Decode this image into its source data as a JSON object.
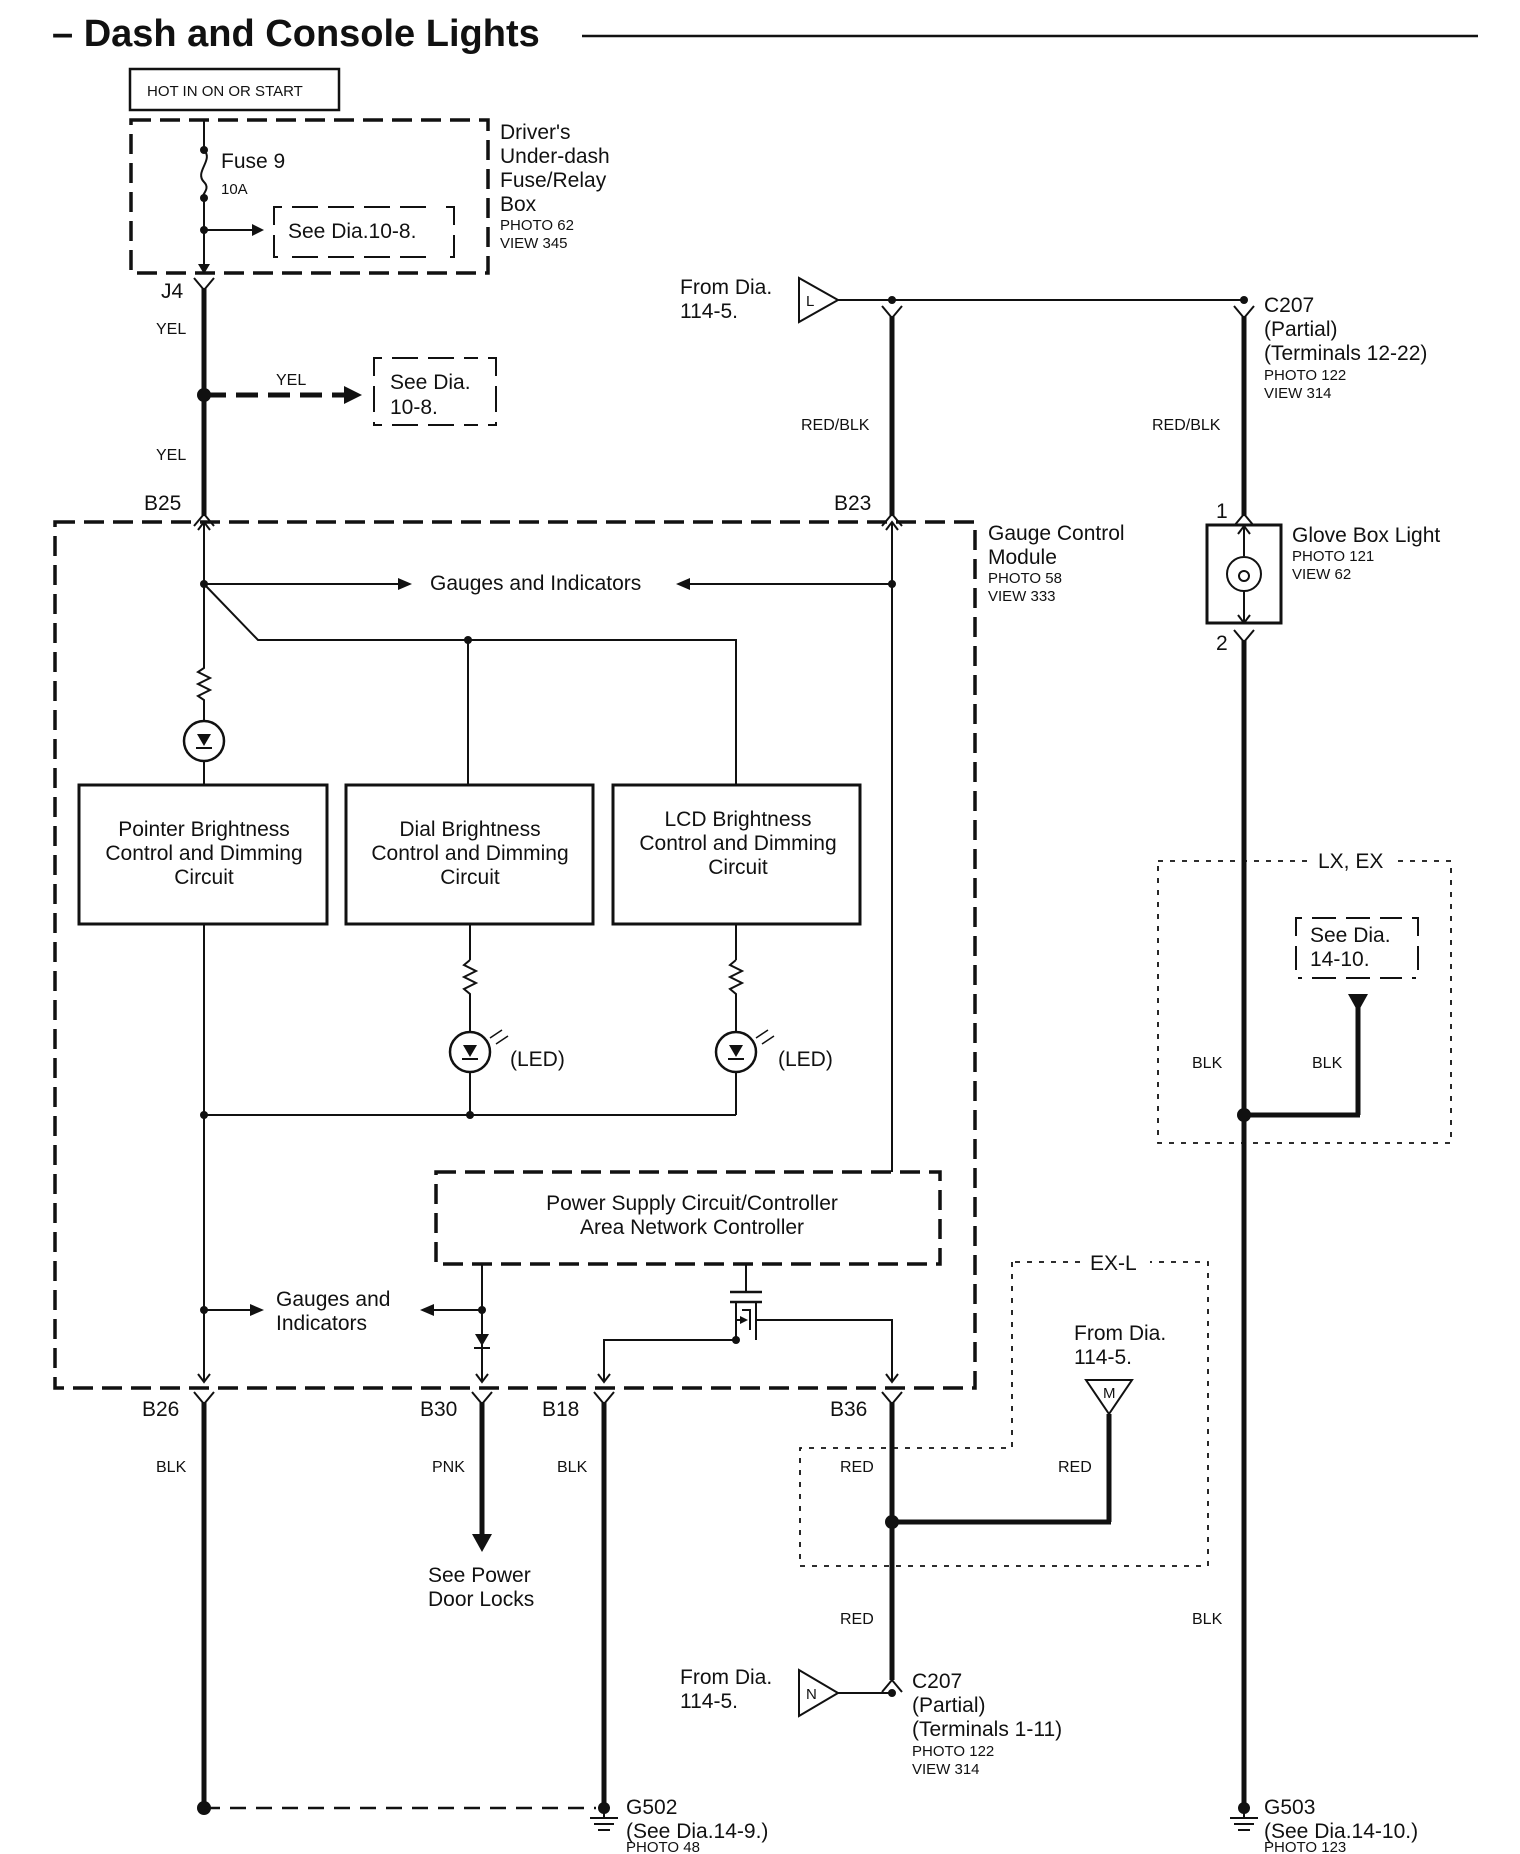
{
  "title": "– Dash and Console Lights",
  "power": {
    "hot": "HOT IN ON OR START",
    "fuse_name": "Fuse 9",
    "fuse_rating": "10A",
    "see_fuse": "See Dia.10-8.",
    "box_lines": [
      "Driver's",
      "Under-dash",
      "Fuse/Relay",
      "Box"
    ],
    "box_photo": "PHOTO 62",
    "box_view": "VIEW 345"
  },
  "left_branch": {
    "j4": "J4",
    "yel_1": "YEL",
    "yel_branch": "YEL",
    "see_lines": [
      "See Dia.",
      "10-8."
    ],
    "yel_2": "YEL",
    "b25": "B25"
  },
  "from_l": {
    "lines": [
      "From Dia.",
      "114-5."
    ],
    "letter": "L",
    "red_blk_1": "RED/BLK",
    "red_blk_2": "RED/BLK",
    "b23": "B23"
  },
  "c207_top": {
    "lines": [
      "C207",
      "(Partial)",
      "(Terminals 12-22)"
    ],
    "photo": "PHOTO 122",
    "view": "VIEW 314"
  },
  "gauge_module": {
    "lines": [
      "Gauge Control",
      "Module"
    ],
    "photo": "PHOTO 58",
    "view": "VIEW 333",
    "gauges_top": "Gauges and Indicators",
    "pointer": [
      "Pointer Brightness",
      "Control and Dimming",
      "Circuit"
    ],
    "dial": [
      "Dial Brightness",
      "Control and Dimming",
      "Circuit"
    ],
    "lcd": [
      "LCD Brightness",
      "Control and Dimming",
      "Circuit"
    ],
    "led_1": "(LED)",
    "led_2": "(LED)",
    "power_supply": [
      "Power Supply Circuit/Controller",
      "Area Network Controller"
    ],
    "gauges_bottom": [
      "Gauges and",
      "Indicators"
    ]
  },
  "glove_box": {
    "pin1": "1",
    "pin2": "2",
    "name": "Glove Box Light",
    "photo": "PHOTO 121",
    "view": "VIEW 62"
  },
  "lx_ex": {
    "label": "LX, EX",
    "see_lines": [
      "See Dia.",
      "14-10."
    ],
    "blk_1": "BLK",
    "blk_2": "BLK"
  },
  "bottom_pins": {
    "b26": "B26",
    "b30": "B30",
    "b18": "B18",
    "b36": "B36",
    "blk_b26": "BLK",
    "pnk": "PNK",
    "blk_b18": "BLK",
    "red_1": "RED",
    "see_pdl": [
      "See Power",
      "Door Locks"
    ]
  },
  "ex_l": {
    "label": "EX-L",
    "from_lines": [
      "From Dia.",
      "114-5."
    ],
    "letter": "M",
    "red": "RED"
  },
  "bottom": {
    "red_2": "RED",
    "blk_right": "BLK",
    "from_lines": [
      "From Dia.",
      "114-5."
    ],
    "letter": "N",
    "c207_lines": [
      "C207",
      "(Partial)",
      "(Terminals 1-11)"
    ],
    "c207_photo": "PHOTO 122",
    "c207_view": "VIEW 314",
    "g502": [
      "G502",
      "(See Dia.14-9.)"
    ],
    "g502_photo": "PHOTO 48",
    "g503": [
      "G503",
      "(See Dia.14-10.)"
    ],
    "g503_photo": "PHOTO 123"
  }
}
